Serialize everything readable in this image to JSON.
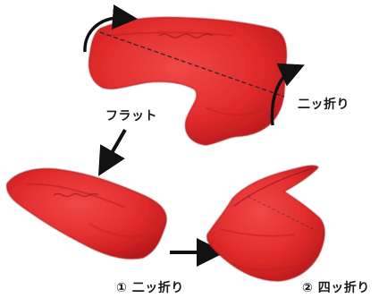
{
  "labels": {
    "flat": "フラット",
    "fold_two": "二ッ折り",
    "step1": "① 二ッ折り",
    "step2": "② 四ッ折り"
  },
  "colors": {
    "meat": "#e02a2a",
    "meat_dark": "#b3161a",
    "meat_light": "#f04848",
    "arrow": "#111111",
    "fold_line": "#222222"
  },
  "icons": [
    "curved-arrow-icon",
    "down-arrow-icon",
    "right-arrow-icon"
  ]
}
